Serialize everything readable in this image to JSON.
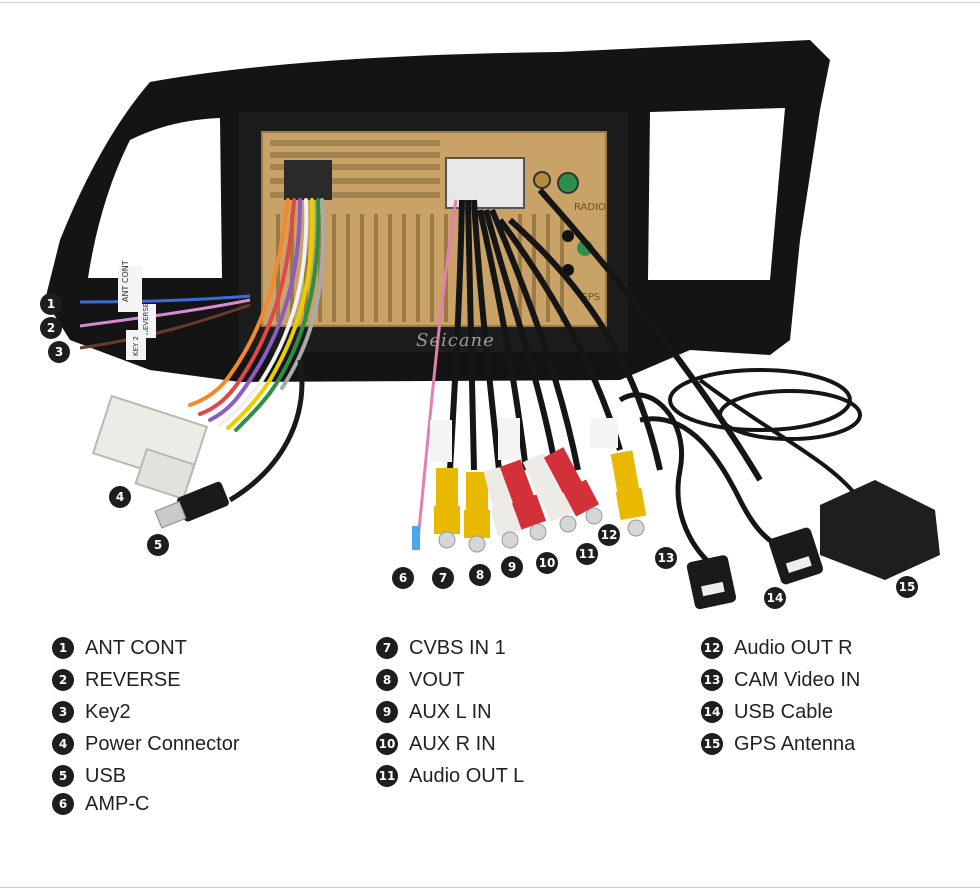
{
  "watermark": "Seicane",
  "unit_labels": {
    "radio": "RADIO",
    "gps": "GPS",
    "ant_tag": "ANT CONT",
    "reverse_tag": "REVERSE",
    "key_tag": "KEY 2"
  },
  "callouts": [
    "1",
    "2",
    "3",
    "4",
    "5",
    "6",
    "7",
    "8",
    "9",
    "10",
    "11",
    "12",
    "13",
    "14",
    "15"
  ],
  "legend": {
    "col1": [
      {
        "num": "1",
        "label": "ANT CONT"
      },
      {
        "num": "2",
        "label": "REVERSE"
      },
      {
        "num": "3",
        "label": "Key2"
      },
      {
        "num": "4",
        "label": "Power Connector"
      },
      {
        "num": "5",
        "label": "USB"
      },
      {
        "num": "6",
        "label": "AMP-C"
      }
    ],
    "col2": [
      {
        "num": "7",
        "label": "CVBS IN 1"
      },
      {
        "num": "8",
        "label": "VOUT"
      },
      {
        "num": "9",
        "label": "AUX L IN"
      },
      {
        "num": "10",
        "label": "AUX R IN"
      },
      {
        "num": "11",
        "label": "Audio OUT L"
      }
    ],
    "col3": [
      {
        "num": "12",
        "label": "Audio OUT R"
      },
      {
        "num": "13",
        "label": "CAM Video IN"
      },
      {
        "num": "14",
        "label": "USB Cable"
      },
      {
        "num": "15",
        "label": "GPS Antenna"
      }
    ]
  },
  "colors": {
    "frame": "#121212",
    "gold": "#c8a266",
    "rca_yellow": "#e9b800",
    "rca_red": "#d4303a",
    "rca_white": "#ecebe6"
  }
}
